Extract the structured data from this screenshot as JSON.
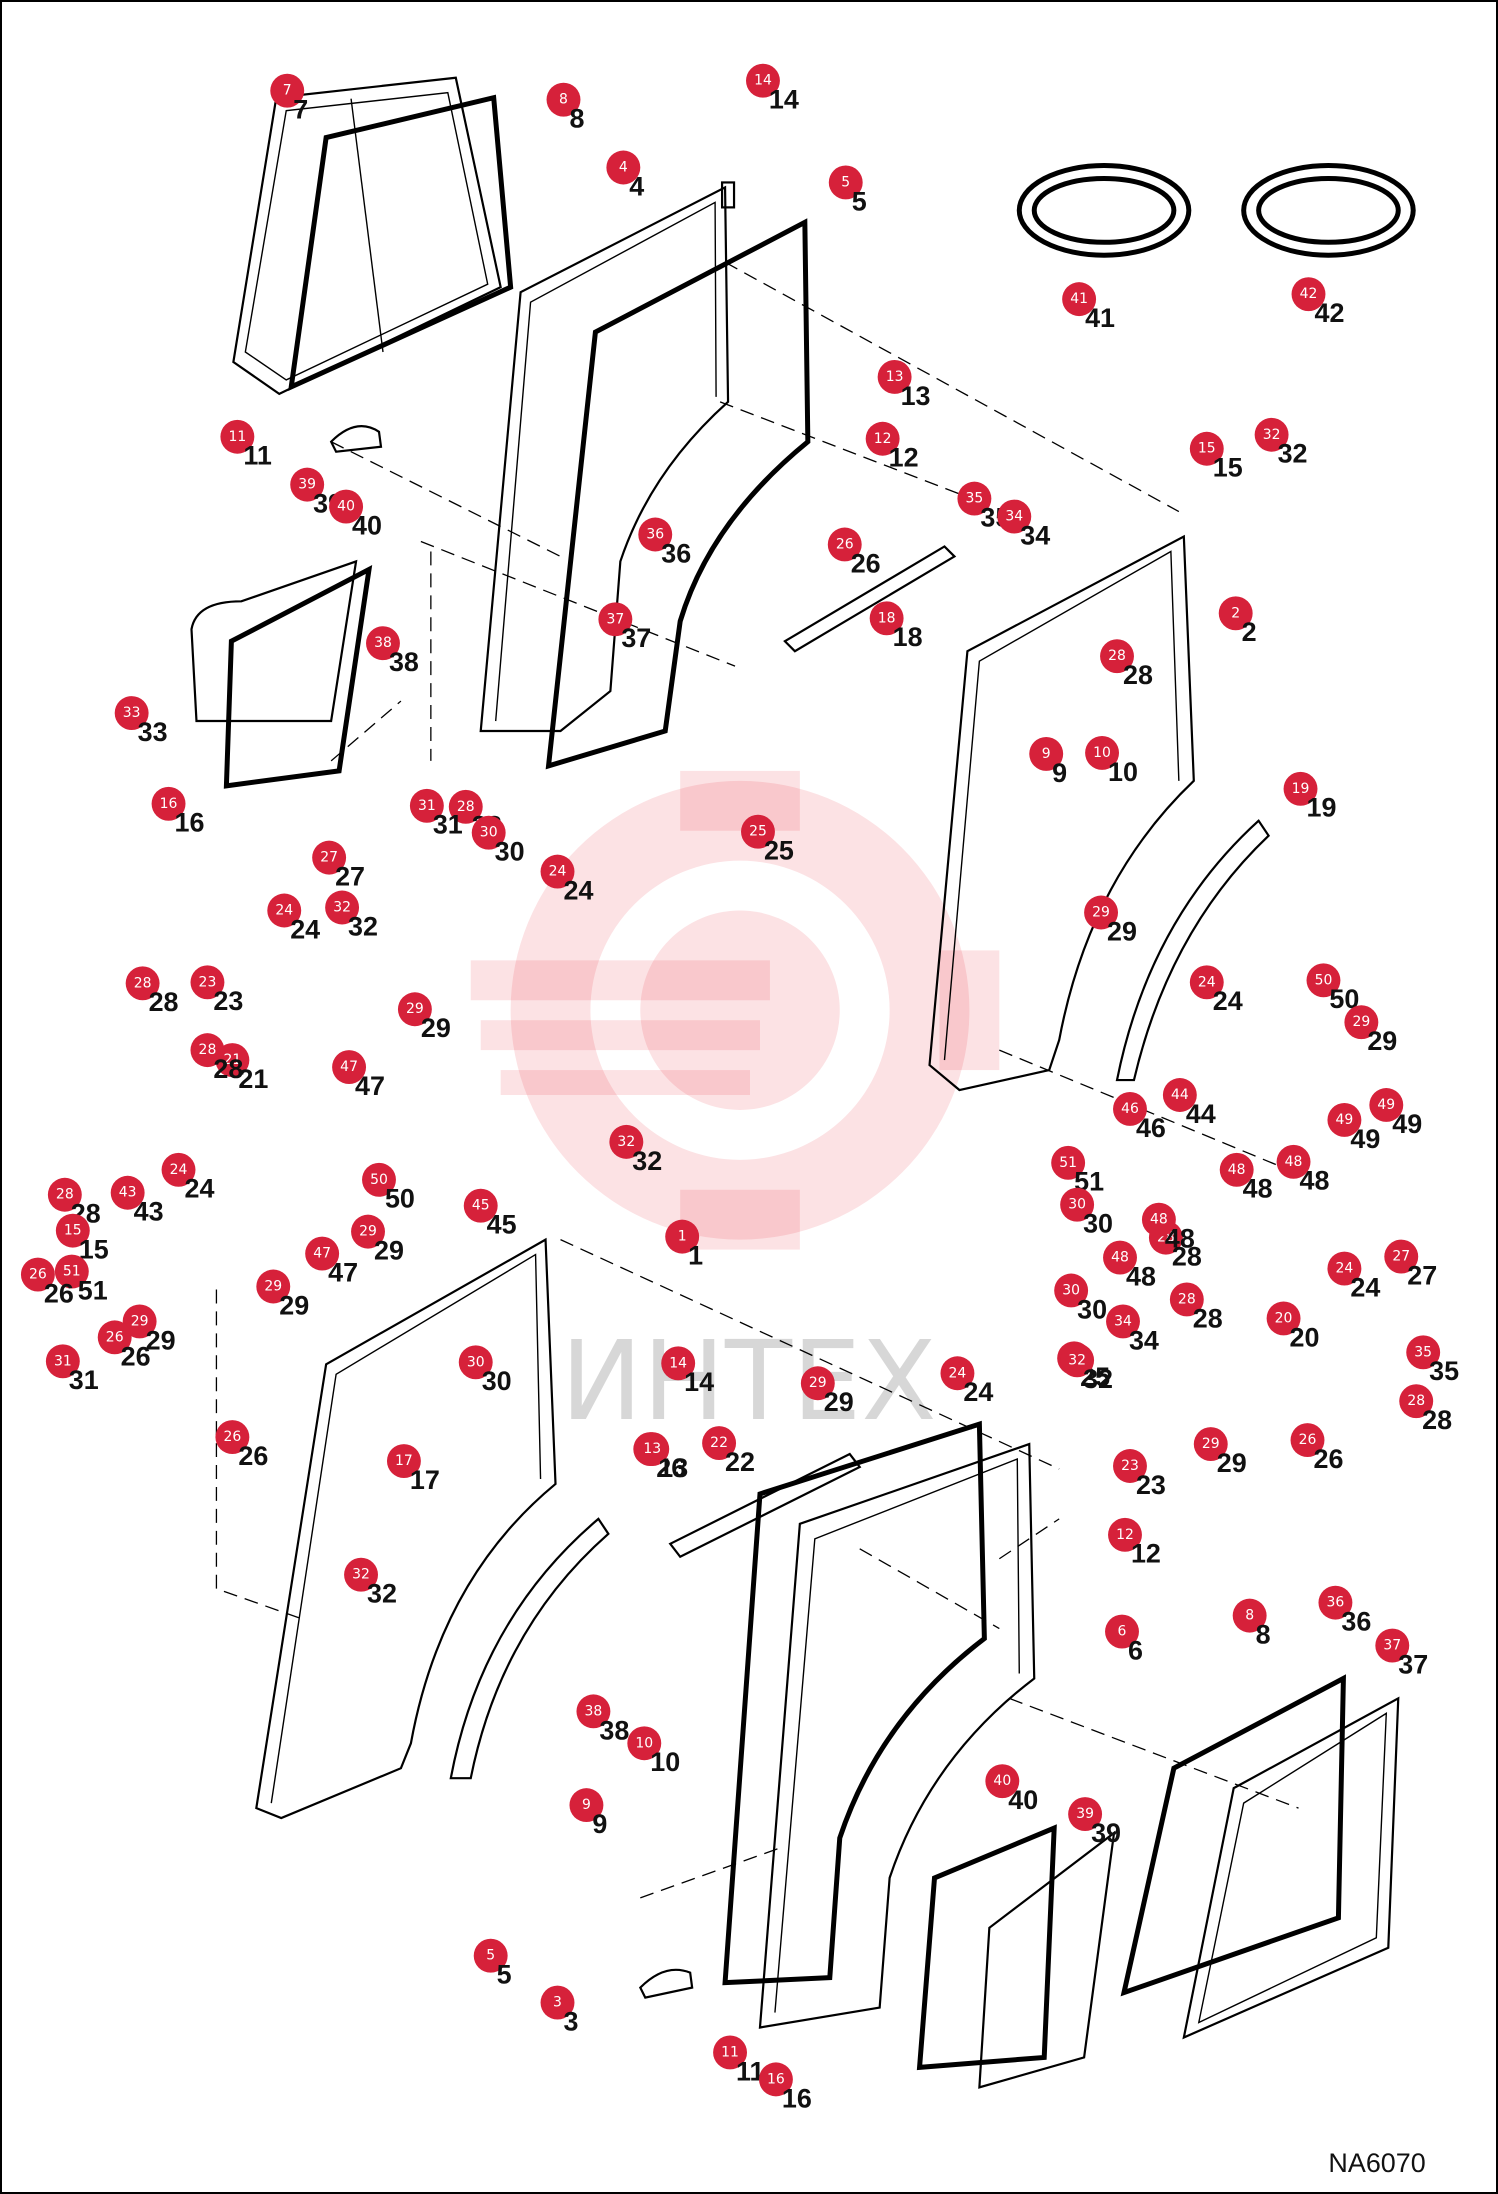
{
  "diagram": {
    "code": "NA6070",
    "watermark_text": "ИНТЕХ",
    "colors": {
      "marker": "#d6213a",
      "line": "#000000",
      "watermark": "#e8101e"
    },
    "callouts": [
      "7",
      "8",
      "14",
      "4",
      "5",
      "41",
      "42",
      "13",
      "11",
      "12",
      "39",
      "40",
      "15",
      "32",
      "35",
      "34",
      "36",
      "26",
      "2",
      "38",
      "37",
      "18",
      "28",
      "9",
      "33",
      "28",
      "10",
      "16",
      "31",
      "30",
      "32",
      "24",
      "25",
      "27",
      "19",
      "24",
      "23",
      "29",
      "28",
      "21",
      "28",
      "29",
      "47",
      "50",
      "29",
      "24",
      "44",
      "46",
      "49",
      "49",
      "32",
      "51",
      "48",
      "28",
      "24",
      "50",
      "43",
      "29",
      "48",
      "28",
      "15",
      "1",
      "45",
      "47",
      "51",
      "48",
      "29",
      "26",
      "30",
      "29",
      "48",
      "30",
      "26",
      "31",
      "25",
      "24",
      "27",
      "28",
      "20",
      "30",
      "34",
      "35",
      "14",
      "29",
      "24",
      "32",
      "28",
      "26",
      "17",
      "26",
      "22",
      "26",
      "13",
      "23",
      "29",
      "12",
      "32",
      "8",
      "6",
      "36",
      "37",
      "38",
      "10",
      "9",
      "40",
      "39",
      "5",
      "3",
      "11",
      "16"
    ]
  }
}
